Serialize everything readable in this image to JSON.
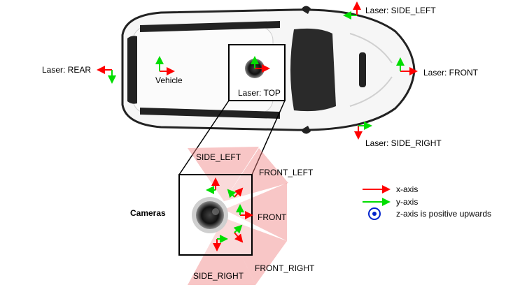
{
  "lasers": {
    "side_left": "Laser: SIDE_LEFT",
    "rear": "Laser: REAR",
    "front": "Laser: FRONT",
    "top": "Laser: TOP",
    "side_right": "Laser: SIDE_RIGHT"
  },
  "vehicle_label": "Vehicle",
  "cameras": {
    "title": "Cameras",
    "side_left": "SIDE_LEFT",
    "front_left": "FRONT_LEFT",
    "front": "FRONT",
    "side_right": "SIDE_RIGHT",
    "front_right": "FRONT_RIGHT"
  },
  "legend": {
    "x_axis": "x-axis",
    "y_axis": "y-axis",
    "z_axis": "z-axis is positive upwards"
  },
  "colors": {
    "x_axis": "#ff0000",
    "y_axis": "#00dd00",
    "z_axis": "#0022cc",
    "camera_fov": "#f08080"
  }
}
